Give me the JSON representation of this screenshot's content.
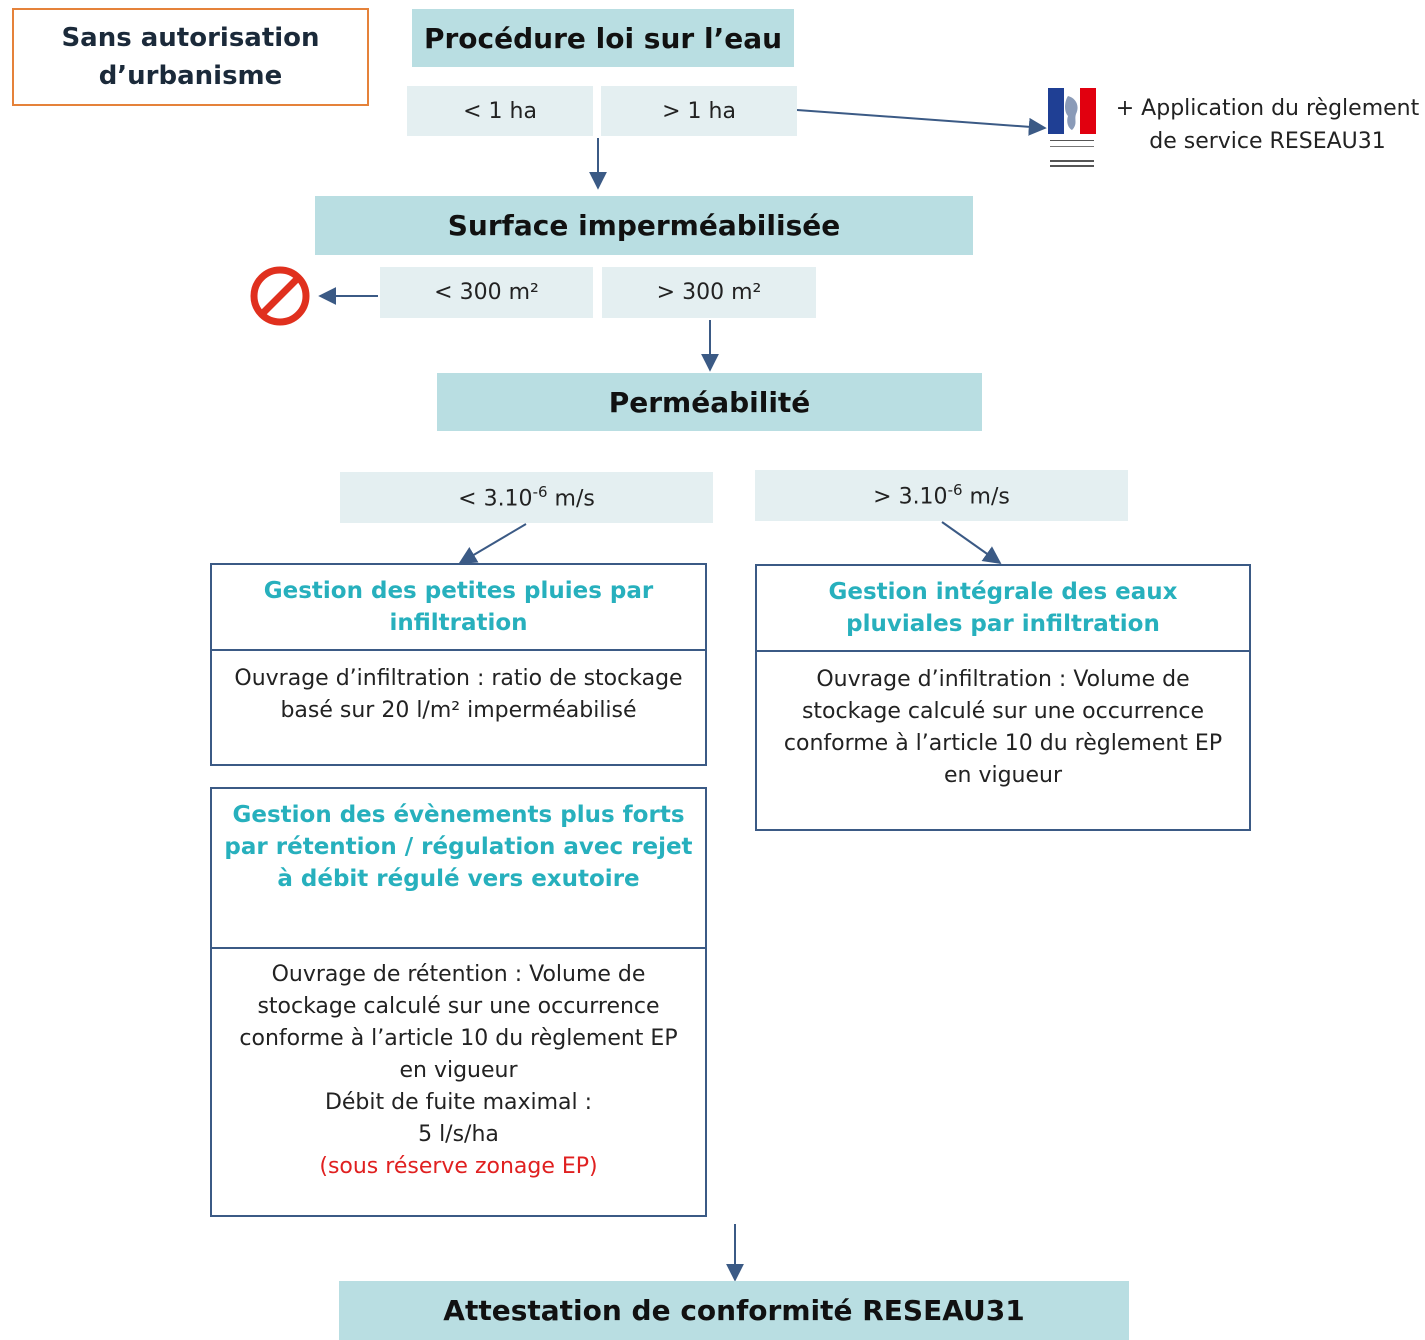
{
  "no_permit": "Sans autorisation d’urbanisme",
  "procedure": {
    "title": "Procédure loi sur l’eau",
    "small": "< 1 ha",
    "large": "> 1 ha"
  },
  "regulation_note": {
    "line1": "+ Application du règlement",
    "line2": "de service RESEAU31"
  },
  "surface": {
    "title": "Surface imperméabilisée",
    "small": "< 300 m²",
    "large": "> 300 m²"
  },
  "permeability": {
    "title": "Perméabilité",
    "low_prefix": "< 3.10",
    "high_prefix": "> 3.10",
    "exponent": "-6",
    "unit": " m/s"
  },
  "left_method_1": {
    "title": "Gestion des petites pluies par infiltration",
    "body": "Ouvrage d’infiltration : ratio de stockage basé sur 20 l/m² imperméabilisé"
  },
  "left_method_2": {
    "title": "Gestion des évènements plus forts par rétention / régulation avec rejet à débit régulé vers exutoire",
    "body_lines": [
      "Ouvrage de rétention : Volume de",
      "stockage calculé sur une occurrence",
      "conforme  à l’article 10 du règlement EP",
      "en vigueur",
      "Débit de fuite maximal :",
      "5 l/s/ha"
    ],
    "reserve": "(sous réserve zonage EP)"
  },
  "right_method": {
    "title": "Gestion intégrale des eaux pluviales par infiltration",
    "body": "Ouvrage d’infiltration : Volume de stockage calculé sur une occurrence conforme  à l’article 10 du règlement EP en vigueur"
  },
  "final": "Attestation de conformité RESEAU31",
  "colors": {
    "header_fill": "#b9dee2",
    "option_fill": "#e4eff1",
    "arrow": "#3b5a85",
    "title_teal": "#27b0bd",
    "orange": "#e5823a",
    "forbidden_red": "#e0301e"
  },
  "icons": [
    "forbidden-icon",
    "marianne-logo"
  ]
}
